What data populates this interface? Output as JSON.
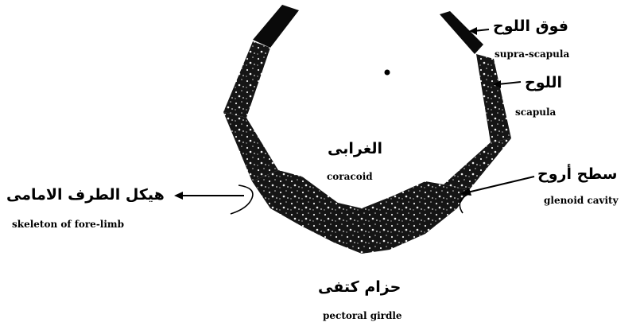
{
  "labels": {
    "supra_scapula": {
      "ar": "فوق اللوح",
      "en": "supra-scapula"
    },
    "scapula": {
      "ar": "اللوح",
      "en": "scapula"
    },
    "coracoid": {
      "ar": "الغرابى",
      "en": "coracoid"
    },
    "glenoid_cavity": {
      "ar": "سطح أروح",
      "en": "glenoid cavity"
    },
    "skeleton_fore_limb": {
      "ar": "هيكل الطرف الامامى",
      "en": "skeleton of fore-limb"
    },
    "pectoral_girdle": {
      "ar": "حزام كتفى",
      "en": "pectoral girdle"
    }
  }
}
